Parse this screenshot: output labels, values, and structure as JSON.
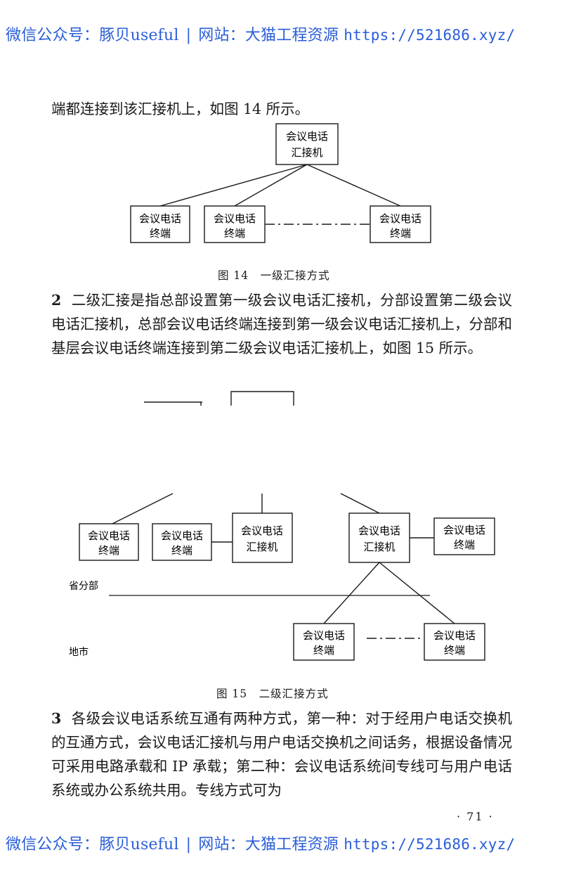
{
  "watermark": {
    "account": "微信公众号：豚贝useful",
    "divider": "|",
    "site": "网站：大猫工程资源",
    "url": "https://521686.xyz/"
  },
  "intro_text": "端都连接到该汇接机上，如图 14 所示。",
  "figure14": {
    "top_box": [
      "会议电话",
      "汇接机"
    ],
    "terminals": [
      [
        "会议电话",
        "终端"
      ],
      [
        "会议电话",
        "终端"
      ],
      [
        "会议电话",
        "终端"
      ]
    ],
    "caption": "图 14　一级汇接方式"
  },
  "para2": {
    "number": "2",
    "text": "二级汇接是指总部设置第一级会议电话汇接机，分部设置第二级会议电话汇接机，总部会议电话终端连接到第一级会议电话汇接机上，分部和基层会议电话终端连接到第二级会议电话汇接机上，如图 15 所示。"
  },
  "figure15": {
    "terminal_a": [
      "会议电话",
      "终端"
    ],
    "terminal_b": [
      "会议电话",
      "终端"
    ],
    "switch_left": [
      "会议电话",
      "汇接机"
    ],
    "switch_right": [
      "会议电话",
      "汇接机"
    ],
    "terminal_c": [
      "会议电话",
      "终端"
    ],
    "terminal_d": [
      "会议电话",
      "终端"
    ],
    "terminal_e": [
      "会议电话",
      "终端"
    ],
    "label_province": "省分部",
    "label_city": "地市",
    "caption": "图 15　二级汇接方式"
  },
  "para3": {
    "number": "3",
    "text": "各级会议电话系统互通有两种方式，第一种：对于经用户电话交换机的互通方式，会议电话汇接机与用户电话交换机之间话务，根据设备情况可采用电路承载和 IP 承载；第二种：会议电话系统间专线可与用户电话系统或办公系统共用。专线方式可为"
  },
  "page_number": "· 71 ·"
}
